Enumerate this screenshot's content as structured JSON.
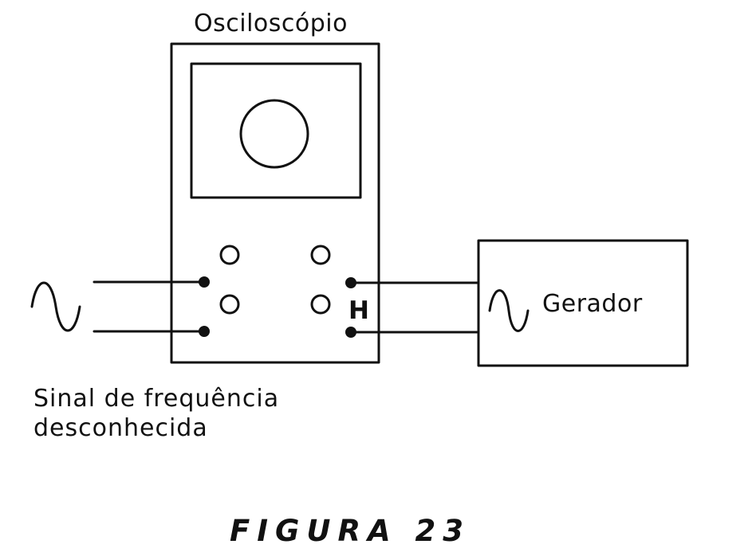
{
  "oscilloscope": {
    "title": "Osciloscópio",
    "terminal_label": "H"
  },
  "generator": {
    "label": "Gerador"
  },
  "unknown_signal": {
    "line1": "Sinal de frequência",
    "line2": "desconhecida"
  },
  "caption": "FIGURA 23",
  "colors": {
    "ink": "#111111",
    "background": "#ffffff"
  },
  "icons": [
    "sine-wave-icon"
  ]
}
